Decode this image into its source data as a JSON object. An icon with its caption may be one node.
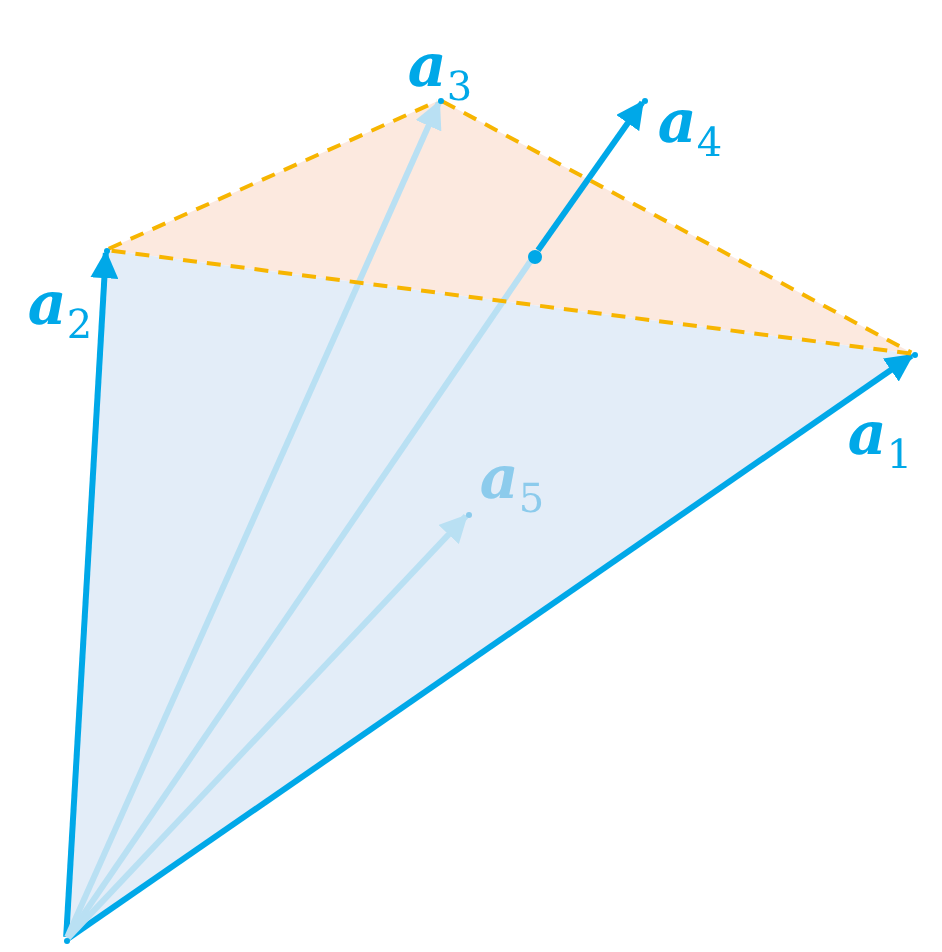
{
  "diagram": {
    "nodes": [
      {
        "text": [],
        "shape": "point"
      },
      {
        "text": [],
        "shape": "point",
        "beside": [
          "a$_{1}$"
        ]
      },
      {
        "text": [],
        "shape": "point",
        "beside": [
          "a$_{2}$"
        ]
      },
      {
        "text": [],
        "shape": "point",
        "beside": [
          "a$_{3}$"
        ]
      },
      {
        "text": [],
        "shape": "circle"
      },
      {
        "text": [],
        "shape": "point",
        "beside": [
          "a$_{4}$"
        ]
      },
      {
        "text": [],
        "shape": "point",
        "beside": [
          "a$_{5}$"
        ]
      }
    ],
    "edges": [
      {
        "from": 0,
        "to": 1,
        "arrow": "to"
      },
      {
        "from": 0,
        "to": 2,
        "arrow": "to"
      },
      {
        "from": 0,
        "to": 3,
        "arrow": "to",
        "color": "#b9e0f3"
      },
      {
        "from": 0,
        "to": 4,
        "arrow": "none",
        "color": "#b9e0f3"
      },
      {
        "from": 4,
        "to": 5,
        "arrow": "to"
      },
      {
        "from": 0,
        "to": 6,
        "arrow": "to",
        "color": "#b9e0f3"
      },
      {
        "from": 2,
        "to": 3,
        "arrow": "none",
        "style": "dashed",
        "color": "#f7b500"
      },
      {
        "from": 3,
        "to": 1,
        "arrow": "none",
        "style": "dashed",
        "color": "#f7b500"
      },
      {
        "from": 1,
        "to": 2,
        "arrow": "none",
        "style": "dashed",
        "color": "#f7b500"
      }
    ]
  }
}
